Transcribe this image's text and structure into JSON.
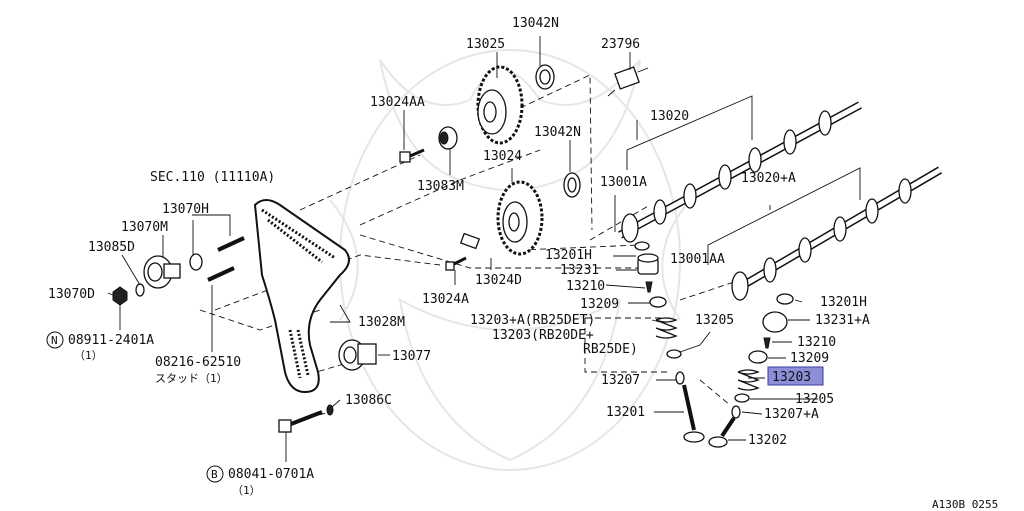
{
  "labels": {
    "l13042n_top": "13042N",
    "l13025": "13025",
    "l23796": "23796",
    "l13024aa": "13024AA",
    "l13020": "13020",
    "l13042n_mid": "13042N",
    "l13024": "13024",
    "l13083m": "13083M",
    "l13001a": "13001A",
    "l13020a": "13020+A",
    "lsec110": "SEC.110 (11110A)",
    "l13070h": "13070H",
    "l13070m": "13070M",
    "l13085d": "13085D",
    "l13201h_mid": "13201H",
    "l13001aa": "13001AA",
    "l13231": "13231",
    "l13024d": "13024D",
    "l13070d": "13070D",
    "l13210": "13210",
    "l13024a": "13024A",
    "l13209": "13209",
    "l13201h_r": "13201H",
    "l13203a": "13203+A(RB25DET)",
    "l13205_mid": "13205",
    "l13231a": "13231+A",
    "l13028m": "13028M",
    "l08911": "08911-2401A",
    "l13203": "13203(RB20DE+",
    "l13210_r": "13210",
    "l1_a": "（1）",
    "lrb25de": "RB25DE)",
    "l13077": "13077",
    "l13209_r": "13209",
    "l08216": "08216-62510",
    "l13207": "13207",
    "l13203_hl": "13203",
    "lstud": "スタッド（1）",
    "l13205_r": "13205",
    "l13086c": "13086C",
    "l13201": "13201",
    "l13207a": "13207+A",
    "l13202": "13202",
    "l08041": "08041-0701A",
    "l1_b": "（1）",
    "lcode": "A130B 0255",
    "circle_n": "N",
    "circle_b": "B"
  },
  "highlight_color": "#8c8fd8"
}
